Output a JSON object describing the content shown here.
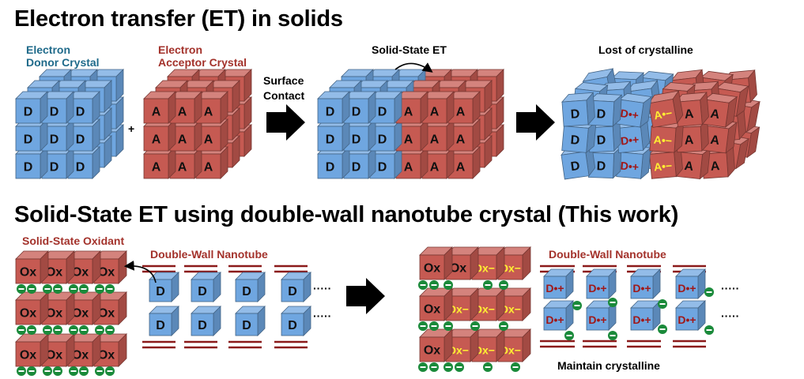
{
  "top": {
    "title": "Electron transfer (ET) in solids",
    "donor_label_1": "Electron",
    "donor_label_2": "Donor Crystal",
    "acceptor_label_1": "Electron",
    "acceptor_label_2": "Acceptor Crystal",
    "plus": "+",
    "contact_1": "Surface",
    "contact_2": "Contact",
    "solid_state_et": "Solid-State ET",
    "lost": "Lost of crystalline",
    "donor_unit": "D",
    "acceptor_unit": "A",
    "disordered_rows": [
      [
        "D",
        "D",
        "D•+",
        "A•−",
        "A",
        "A"
      ],
      [
        "D",
        "D",
        "D•+",
        "A•−",
        "A",
        "A"
      ],
      [
        "D",
        "D",
        "D•+",
        "A•−",
        "A",
        "A"
      ]
    ]
  },
  "bottom": {
    "title": "Solid-State ET using  double-wall nanotube crystal (This work)",
    "oxidant_label": "Solid-State Oxidant",
    "nanotube_label_left": "Double-Wall Nanotube",
    "nanotube_label_right": "Double-Wall Nanotube",
    "maintain": "Maintain crystalline",
    "dots": "·····",
    "ox_left_rows": [
      [
        "Ox",
        "Ox",
        "Ox",
        "Ox"
      ],
      [
        "Ox",
        "Ox",
        "Ox",
        "Ox"
      ],
      [
        "Ox",
        "Ox",
        "Ox",
        "Ox"
      ]
    ],
    "ox_right_rows": [
      [
        "Ox",
        "Ox",
        "Ox−",
        "Ox−"
      ],
      [
        "Ox",
        "Ox−",
        "Ox−",
        "Ox−"
      ],
      [
        "Ox",
        "Ox−",
        "Ox−",
        "Ox−"
      ]
    ],
    "donor_unit": "D",
    "donor_cation": "D•+",
    "minus": "−"
  },
  "colors": {
    "donor_text": "#1f6a8a",
    "acceptor_text": "#a3322b",
    "blue_face": "#6fa6e0",
    "red_face": "#c65a52",
    "charged_label": "#ffee33",
    "cation_label": "#a01818",
    "anion_circle": "#1a8a3a",
    "tube_wall": "#8b1a1a"
  }
}
